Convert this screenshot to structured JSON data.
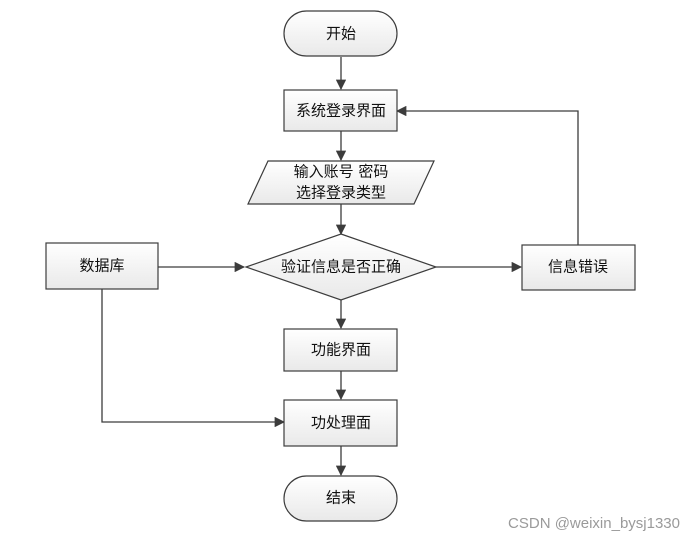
{
  "diagram": {
    "nodes": {
      "start": "开始",
      "login": "系统登录界面",
      "input_line1": "输入账号 密码",
      "input_line2": "选择登录类型",
      "db": "数据库",
      "verify": "验证信息是否正确",
      "error": "信息错误",
      "func": "功能界面",
      "process": "功处理面",
      "end": "结束"
    }
  },
  "watermark": "CSDN @weixin_bysj1330",
  "colors": {
    "stroke": "#3c3c3c",
    "fill_top": "#ffffff",
    "fill_bottom": "#e9e9e9",
    "text": "#111111",
    "watermark": "#9a9a9a"
  }
}
